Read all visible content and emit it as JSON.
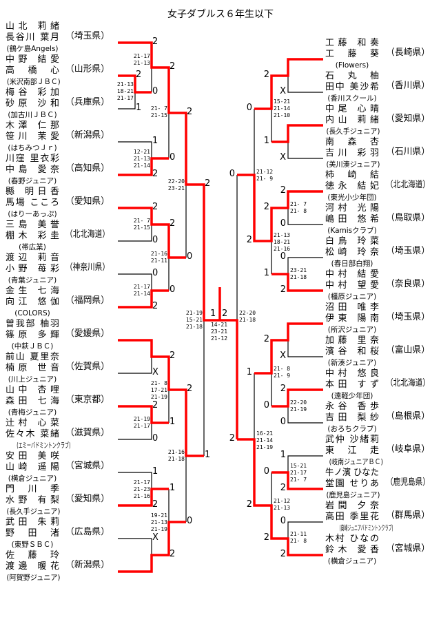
{
  "title": "女子ダブルス６年生以下",
  "colors": {
    "winner_line": "#ff0000",
    "loser_line": "#000000"
  },
  "left_teams": [
    {
      "p1": "山北 莉緒",
      "p2": "長谷川 葉月",
      "club": "(鶴ケ島Angels)",
      "pref": "（埼玉県）"
    },
    {
      "p1": "中野 結愛",
      "p2": "高 橋 心",
      "club": "(米沢南部ＪＢＣ)",
      "pref": "（山形県）"
    },
    {
      "p1": "梅谷 彩加",
      "p2": "砂原 沙和",
      "club": "(加古川ＪＢＣ)",
      "pref": "（兵庫県）"
    },
    {
      "p1": "木澤 仁那",
      "p2": "笹川 茉愛",
      "club": "(はちみつＪｒ)",
      "pref": "（新潟県）"
    },
    {
      "p1": "川窪 里衣彩",
      "p2": "中島 愛奈",
      "club": "(春野ジュニア)",
      "pref": "（高知県）"
    },
    {
      "p1": "縣 明日香",
      "p2": "馬場 こころ",
      "club": "(はりーあっぷ)",
      "pref": "（愛知県）"
    },
    {
      "p1": "三島 美誉",
      "p2": "棚木 彩圭",
      "club": "(帯広業)",
      "pref": "（北北海道）"
    },
    {
      "p1": "渡辺 莉音",
      "p2": "小野 苺彩",
      "club": "(青葉ジュニア)",
      "pref": "（神奈川県）"
    },
    {
      "p1": "金生 七海",
      "p2": "向江 悠伽",
      "club": "(COLORS)",
      "pref": "（福岡県）"
    },
    {
      "p1": "曽我部 柚羽",
      "p2": "篠原 多輝",
      "club": "(中萩ＪＢＣ)",
      "pref": "（愛媛県）"
    },
    {
      "p1": "前山 夏里奈",
      "p2": "楠原 世音",
      "club": "(川上ジュニア)",
      "pref": "（佐賀県）"
    },
    {
      "p1": "山中 杏哩",
      "p2": "森田 七海",
      "club": "(青梅ジュニア)",
      "pref": "（東京都）"
    },
    {
      "p1": "辻村 心菜",
      "p2": "佐々木 菜緒",
      "club": "(エミーバドミントンクラブ)",
      "pref": "（滋賀県）"
    },
    {
      "p1": "安田 美咲",
      "p2": "山崎 遥陽",
      "club": "(横倉ジュニア)",
      "pref": "（宮城県）"
    },
    {
      "p1": "門 川 季",
      "p2": "水野 有梨",
      "club": "(長久手ジュニア)",
      "pref": "（愛知県）"
    },
    {
      "p1": "武田 朱莉",
      "p2": "野 田 渚",
      "club": "(東野ＳＢＣ)",
      "pref": "（広島県）"
    },
    {
      "p1": "佐 藤 玲",
      "p2": "渡邊 暖花",
      "club": "(阿賀野ジュニア)",
      "pref": "（新潟県）"
    }
  ],
  "right_teams": [
    {
      "p1": "工藤 和奏",
      "p2": "工 藤 葵",
      "club": "(Flowers)",
      "pref": "（長崎県）"
    },
    {
      "p1": "石 丸 柚",
      "p2": "田中 美沙希",
      "club": "(香川スクール)",
      "pref": "（香川県）"
    },
    {
      "p1": "中尾 心晴",
      "p2": "内山 莉緒",
      "club": "(長久手ジュニア)",
      "pref": "（愛知県）"
    },
    {
      "p1": "南 森 杏",
      "p2": "吉川 彩羽",
      "club": "(美川湊ジュニア)",
      "pref": "（石川県）"
    },
    {
      "p1": "柿 崎 結",
      "p2": "徳永 結妃",
      "club": "(東光小少年団)",
      "pref": "（北北海道）"
    },
    {
      "p1": "河村 光陽",
      "p2": "嶋田 悠希",
      "club": "(Kamisクラブ)",
      "pref": "（鳥取県）"
    },
    {
      "p1": "白鳥 玲菜",
      "p2": "松崎 玲奈",
      "club": "(春日部白翔)",
      "pref": "（埼玉県）"
    },
    {
      "p1": "中村 結愛",
      "p2": "中村 望愛",
      "club": "(橿原ジュニア)",
      "pref": "（奈良県）"
    },
    {
      "p1": "沼田 唯李",
      "p2": "伊東 陽南",
      "club": "(所沢ジュニア)",
      "pref": "（埼玉県）"
    },
    {
      "p1": "加藤 里奈",
      "p2": "濱谷 和桜",
      "club": "(新湊ジュニア)",
      "pref": "（富山県）"
    },
    {
      "p1": "中村 悠良",
      "p2": "本田 すず",
      "club": "(遠軽少年団)",
      "pref": "（北北海道）"
    },
    {
      "p1": "永谷 香歩",
      "p2": "吉田 梨紗",
      "club": "(おろちクラブ)",
      "pref": "（島根県）"
    },
    {
      "p1": "武仲 沙緒莉",
      "p2": "東 江 走",
      "club": "(岐南ジュニアＢＣ)",
      "pref": "（岐阜県）"
    },
    {
      "p1": "牛ノ濱 ひなた",
      "p2": "堂園 せりあ",
      "club": "(鹿児島ジュニア)",
      "pref": "（鹿児島県）"
    },
    {
      "p1": "岩間 夕奈",
      "p2": "高田 季里花",
      "club": "(高崎ジュニアバドミントンクラブ)",
      "pref": "（群馬県）"
    },
    {
      "p1": "木村 ひなの",
      "p2": "鈴木 愛香",
      "club": "(横倉ジュニア)",
      "pref": "（宮城県）"
    }
  ],
  "scores": [
    "21-17\n21-13",
    "21-13\n18-21\n21-17",
    "21- 7\n21-15",
    "12-21\n21-13\n21-14",
    "22-20\n23-21",
    "21- 7\n21-15",
    "21-16\n21-11",
    "21-17\n21-14",
    "21-19\n15-21\n21-18",
    "14-21\n23-21\n21-12",
    "22-20\n21-18",
    "21- 8\n17-21\n21-19",
    "21-19\n21-17",
    "21-16\n21-18",
    "21-17\n21-23\n21-16",
    "19-21\n21-13\n21-19",
    "15-21\n21-14\n21-10",
    "21-12\n21- 9",
    "21- 7\n21- 8",
    "21-13\n18-21\n21-16",
    "23-21\n21-18",
    "21- 8\n21- 9",
    "22-20\n21-19",
    "16-21\n21-14\n21-19",
    "15-21\n21-17\n21- 7",
    "21-12\n21-13",
    "21-11\n21- 8"
  ],
  "left_results": [
    "2",
    "2",
    "1",
    "0",
    "2",
    "1",
    "2",
    "0",
    "2",
    "2",
    "0",
    "2",
    "0",
    "2",
    "0",
    "0",
    "2",
    "2",
    "X",
    "2",
    "0",
    "1",
    "2",
    "1",
    "2",
    "1",
    "X",
    "2",
    "0",
    "1"
  ],
  "final_results": [
    "1",
    "2"
  ],
  "right_results": [
    "2",
    "X",
    "1",
    "X",
    "0",
    "0",
    "2",
    "2",
    "0",
    "2",
    "0",
    "2",
    "1",
    "2",
    "X",
    "2",
    "0",
    "0",
    "1",
    "2",
    "1",
    "2",
    "0",
    "0",
    "2",
    "2",
    "2"
  ]
}
